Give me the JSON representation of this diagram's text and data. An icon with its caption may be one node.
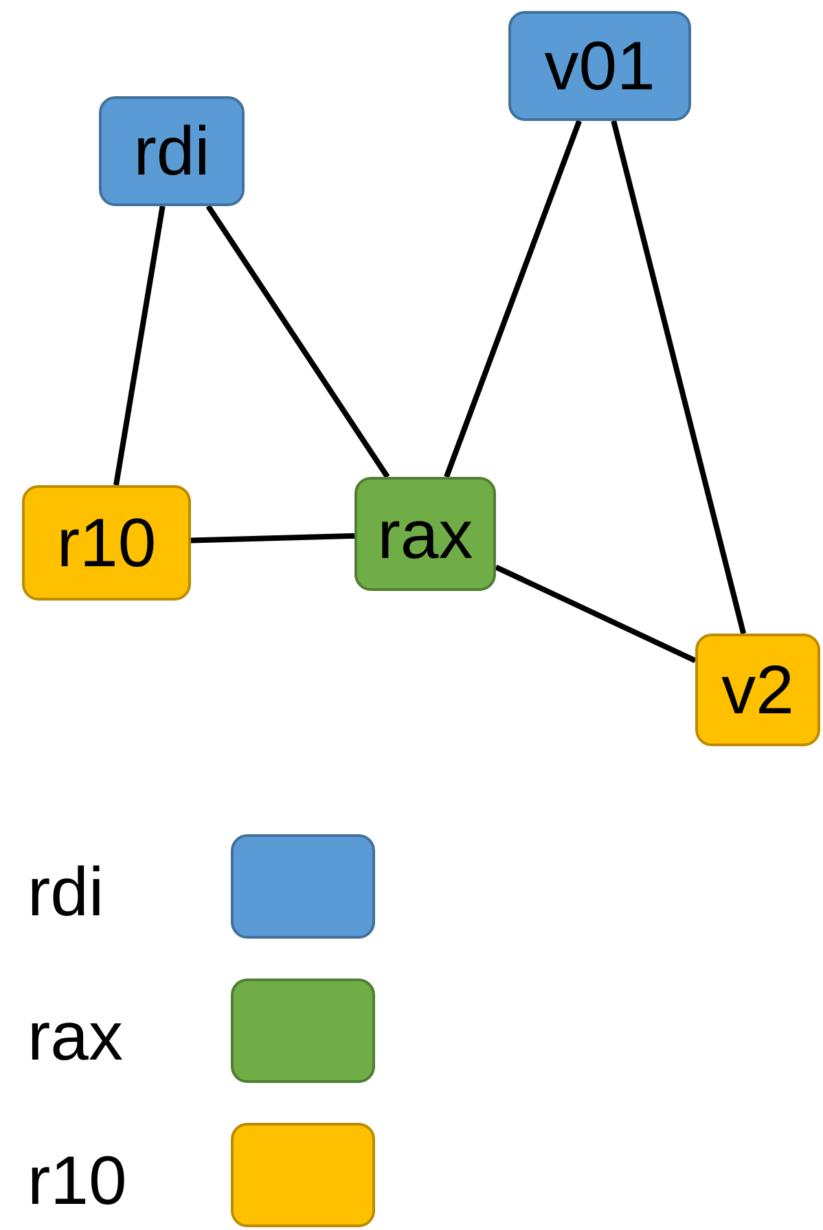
{
  "diagram": {
    "nodes": [
      {
        "text": [
          "v01"
        ]
      },
      {
        "text": [
          "rdi"
        ]
      },
      {
        "text": [
          "r10"
        ]
      },
      {
        "text": [
          "rax"
        ]
      },
      {
        "text": [
          "v2"
        ]
      }
    ],
    "edges": [
      {
        "from": 1,
        "to": 2,
        "arrow": "none"
      },
      {
        "from": 1,
        "to": 3,
        "arrow": "none"
      },
      {
        "from": 2,
        "to": 3,
        "arrow": "none"
      },
      {
        "from": 0,
        "to": 3,
        "arrow": "none"
      },
      {
        "from": 0,
        "to": 4,
        "arrow": "none"
      },
      {
        "from": 3,
        "to": 4,
        "arrow": "none"
      }
    ],
    "legend": [
      {
        "text": "rdi",
        "color": "#5b9bd5"
      },
      {
        "text": "rax",
        "color": "#70ad47"
      },
      {
        "text": "r10",
        "color": "#ffc000"
      }
    ]
  }
}
